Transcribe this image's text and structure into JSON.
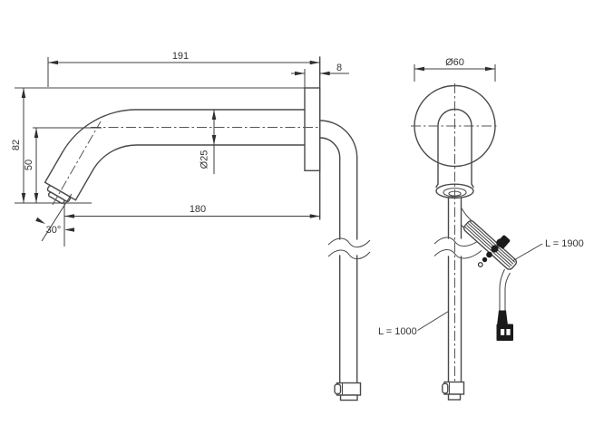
{
  "drawing": {
    "side_view": {
      "projection": "191",
      "plate_thickness": "8",
      "overall_height": "82",
      "spout_drop": "50",
      "spout_diameter": "Ø25",
      "reach": "180",
      "spout_angle": "30°"
    },
    "front_view": {
      "flange_diameter": "Ø60",
      "cable_length": "L = 1900",
      "hose_length": "L = 1000"
    },
    "colors": {
      "line": "#4a4a4a",
      "text": "#333333",
      "connector_fill": "#1b1b1b",
      "background": "#ffffff"
    }
  }
}
